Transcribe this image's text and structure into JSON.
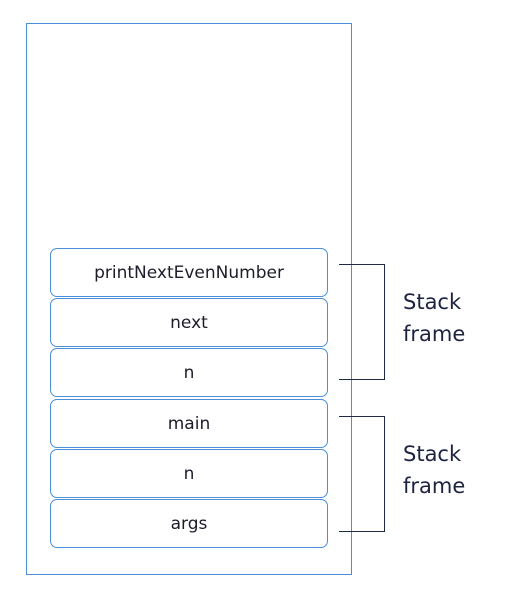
{
  "stack": {
    "cells": [
      {
        "label": "printNextEvenNumber"
      },
      {
        "label": "next"
      },
      {
        "label": "n"
      },
      {
        "label": "main"
      },
      {
        "label": "n"
      },
      {
        "label": "args"
      }
    ]
  },
  "frames": [
    {
      "line1": "Stack",
      "line2": "frame"
    },
    {
      "line1": "Stack",
      "line2": "frame"
    }
  ],
  "colors": {
    "border": "#4a8fd8",
    "bracket": "#1f2a44"
  }
}
